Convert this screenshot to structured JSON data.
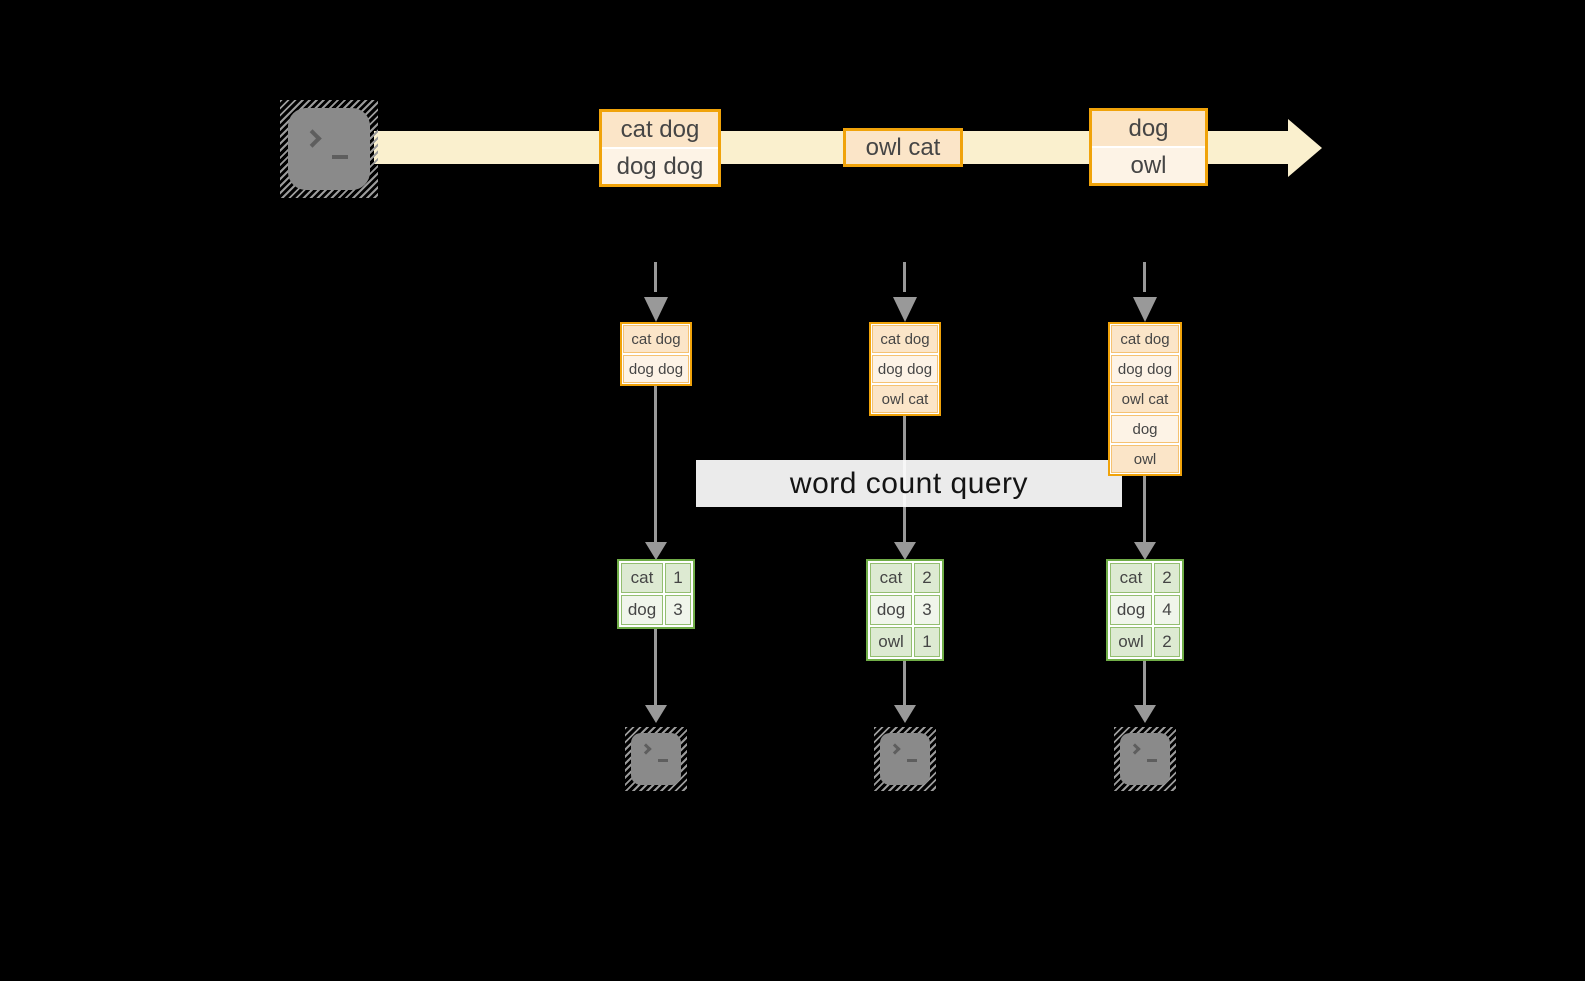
{
  "colors": {
    "orange": "#F0A30A",
    "orange-soft": "#F5C272",
    "peach-dark": "#FBE5C8",
    "peach-light": "#FDF3E6",
    "cream": "#FAF0CE",
    "green": "#70AD47",
    "green-soft": "#93BE70",
    "green-cell-dark": "#DDEAD2",
    "green-cell-light": "#F0F5EB",
    "gray-arrow": "#999999",
    "terminal-gray": "#8A8A8A",
    "glyph-gray": "#5E5E5E",
    "text": "#454545",
    "query-text": "#141414"
  },
  "icons": {
    "terminal_glyph": ">_",
    "stream_arrow": "→",
    "flow_arrow": "↓"
  },
  "query_label": "word count query",
  "stream_events": [
    {
      "rows": [
        "cat dog",
        "dog dog"
      ]
    },
    {
      "rows": [
        "owl cat"
      ]
    },
    {
      "rows": [
        "dog",
        "owl"
      ]
    }
  ],
  "columns": [
    {
      "buffer": [
        "cat dog",
        "dog dog"
      ],
      "counts": [
        {
          "word": "cat",
          "count": "1"
        },
        {
          "word": "dog",
          "count": "3"
        }
      ]
    },
    {
      "buffer": [
        "cat dog",
        "dog dog",
        "owl cat"
      ],
      "counts": [
        {
          "word": "cat",
          "count": "2"
        },
        {
          "word": "dog",
          "count": "3"
        },
        {
          "word": "owl",
          "count": "1"
        }
      ]
    },
    {
      "buffer": [
        "cat dog",
        "dog dog",
        "owl cat",
        "dog",
        "owl"
      ],
      "counts": [
        {
          "word": "cat",
          "count": "2"
        },
        {
          "word": "dog",
          "count": "4"
        },
        {
          "word": "owl",
          "count": "2"
        }
      ]
    }
  ]
}
